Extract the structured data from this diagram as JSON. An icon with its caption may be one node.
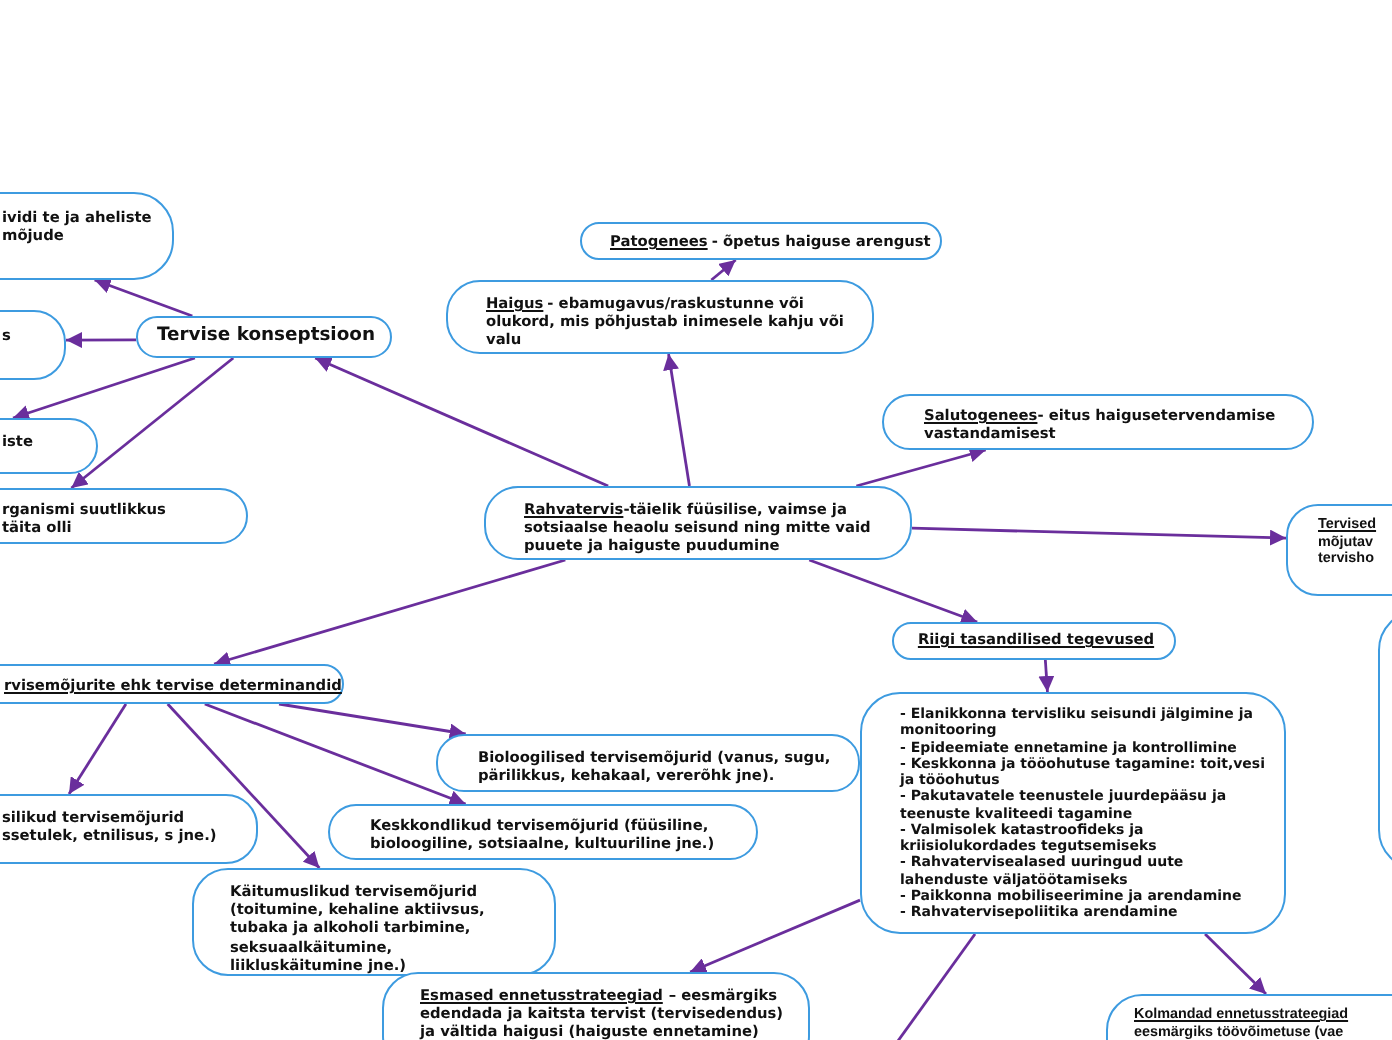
{
  "diagram": {
    "nodes": [
      {
        "text": [
          "Tervise konseptsioon"
        ]
      },
      {
        "text": [
          "ividi te ja aheliste mõjude"
        ]
      },
      {
        "text": [
          "s"
        ]
      },
      {
        "text": [
          "iste"
        ]
      },
      {
        "text": [
          "rganismi suutlikkus täita olli"
        ]
      },
      {
        "text": [
          "Patogenees",
          "- õpetus haiguse arengust"
        ]
      },
      {
        "text": [
          "Haigus",
          "- ebamugavus/raskustunne või olukord, mis põhjustab inimesele kahju või valu"
        ]
      },
      {
        "text": [
          "Salutogenees",
          "- eitus haigusetervendamise vastandamisest"
        ]
      },
      {
        "text": [
          "Rahvatervis",
          "-täielik füüsilise, vaimse ja sotsiaalse heaolu seisund ning mitte vaid puuete ja haiguste puudumine"
        ]
      },
      {
        "text": [
          "Tervised",
          "mõjutav tervisho"
        ]
      },
      {
        "text": [],
        "shape": "box"
      },
      {
        "text": [
          "rvisemõjurite ehk tervise determinandid"
        ]
      },
      {
        "text": [
          "Bioloogilised tervisemõjurid (vanus, sugu, pärilikkus, kehakaal, vererõhk jne)."
        ]
      },
      {
        "text": [
          "silikud tervisemõjurid ssetulek, etnilisus, s jne.)"
        ]
      },
      {
        "text": [
          "Keskkondlikud tervisemõjurid (füüsiline, bioloogiline, sotsiaalne, kultuuriline jne.)"
        ]
      },
      {
        "text": [
          "Käitumuslikud tervisemõjurid (toitumine, kehaline aktiivsus, tubaka ja alkoholi tarbimine, seksuaalkäitumine, liikluskäitumine jne.)"
        ]
      },
      {
        "text": [
          "Riigi tasandilised tegevused"
        ]
      },
      {
        "text": [
          "- Elanikkonna tervisliku seisundi jälgimine ja monitooring",
          "- Epideemiate ennetamine ja kontrollimine",
          "- Keskkonna ja tööohutuse tagamine: toit,vesi ja tööohutus",
          "- Pakutavatele teenustele juurdepääsu ja teenuste kvaliteedi tagamine",
          "- Valmisolek katastroofideks ja kriisiolukordades tegutsemiseks",
          "- Rahvatervisealased uuringud uute lahenduste väljatöötamiseks",
          "- Paikkonna mobiliseerimine ja arendamine",
          "- Rahvatervisepoliitika arendamine"
        ]
      },
      {
        "text": [
          "Esmased ennetusstrateegiad",
          "– eesmärgiks edendada ja kaitsta tervist (tervisedendus) ja vältida haigusi (haiguste ennetamine)"
        ]
      },
      {
        "text": [
          "Kolmandad ennetusstrateegiad",
          "eesmärgiks töövõimetuse (vae"
        ]
      }
    ],
    "edges": [
      {
        "from": 0,
        "to": 1,
        "arrow": "to"
      },
      {
        "from": 0,
        "to": 2,
        "arrow": "to"
      },
      {
        "from": 0,
        "to": 3,
        "arrow": "to"
      },
      {
        "from": 0,
        "to": 4,
        "arrow": "to"
      },
      {
        "from": 8,
        "to": 0,
        "arrow": "to"
      },
      {
        "from": 8,
        "to": 6,
        "arrow": "to"
      },
      {
        "from": 6,
        "to": 5,
        "arrow": "to"
      },
      {
        "from": 8,
        "to": 7,
        "arrow": "to"
      },
      {
        "from": 8,
        "to": 9,
        "arrow": "to"
      },
      {
        "from": 8,
        "to": 11,
        "arrow": "to"
      },
      {
        "from": 8,
        "to": 16,
        "arrow": "to"
      },
      {
        "from": 16,
        "to": 17,
        "arrow": "to"
      },
      {
        "from": 11,
        "to": 13,
        "arrow": "to"
      },
      {
        "from": 11,
        "to": 15,
        "arrow": "to"
      },
      {
        "from": 11,
        "to": 12,
        "arrow": "to"
      },
      {
        "from": 11,
        "to": 14,
        "arrow": "to"
      },
      {
        "from": 17,
        "to": 18,
        "arrow": "to"
      },
      {
        "from": 17,
        "to": 19,
        "arrow": "to"
      },
      {
        "from": 17,
        "to": null,
        "arrow": "none"
      }
    ]
  }
}
